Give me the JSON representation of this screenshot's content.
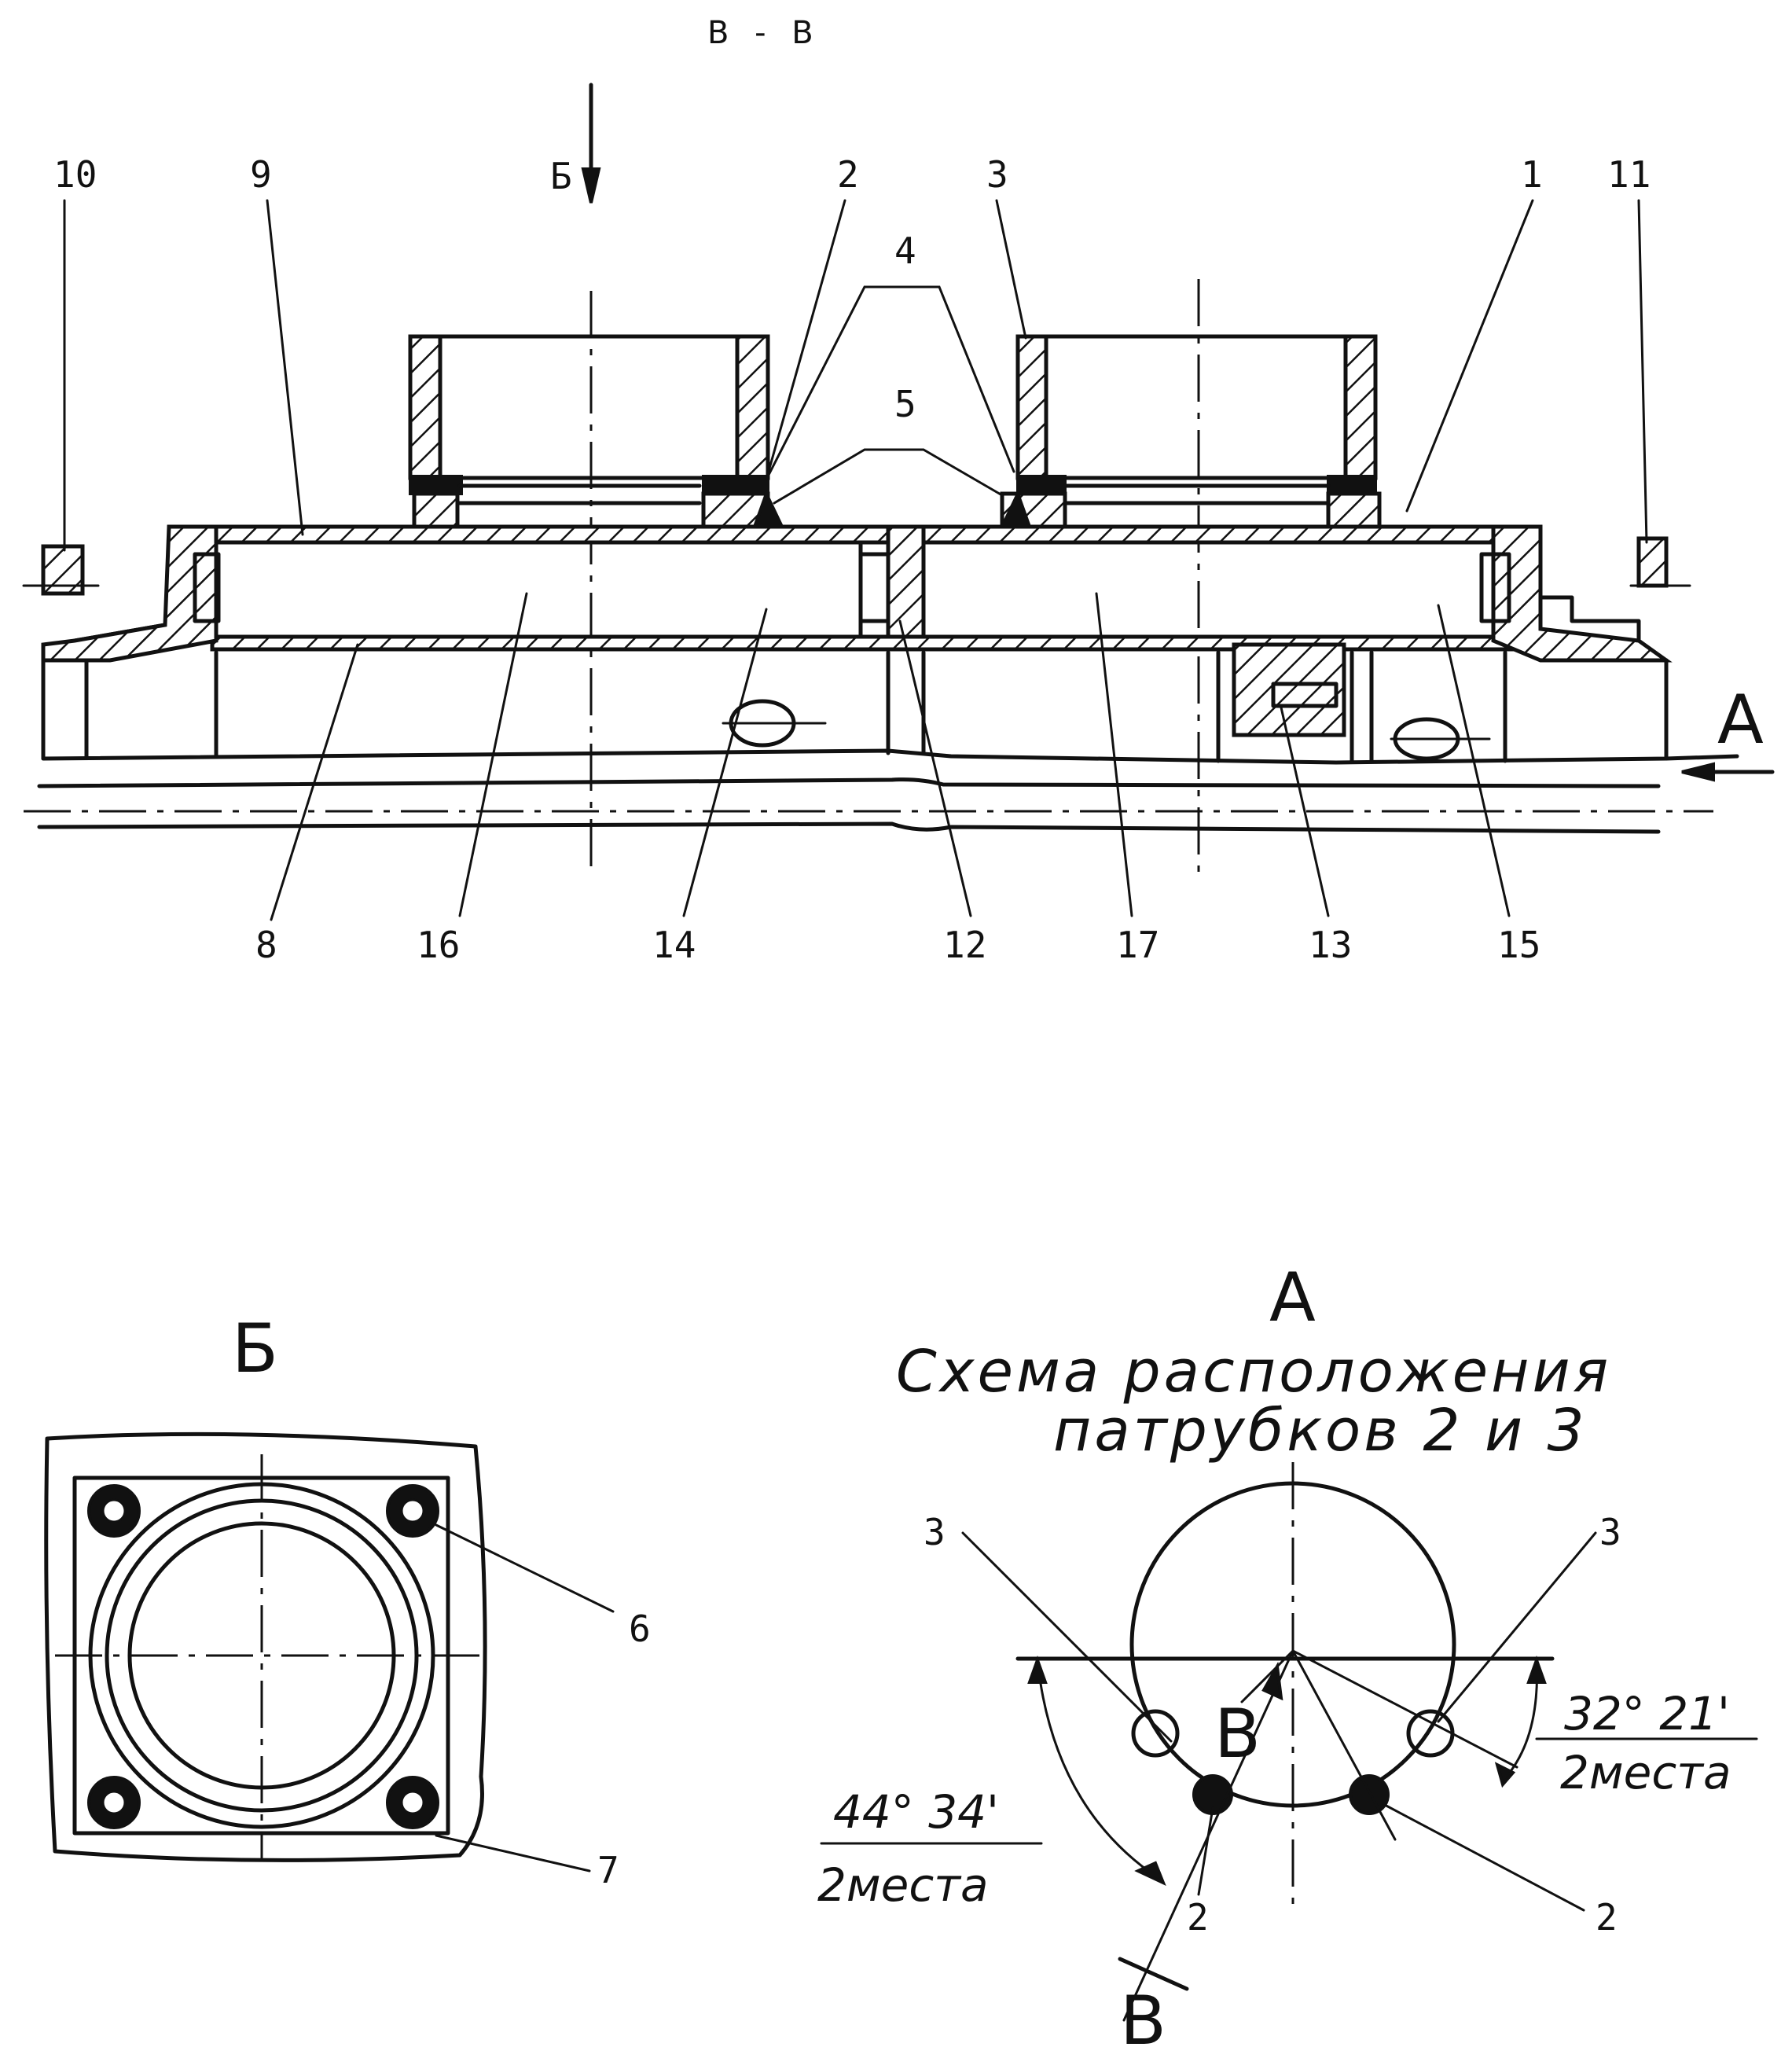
{
  "section_title": "В - В",
  "view_b_arrow_label": "Б",
  "view_a_arrow_label": "А",
  "callouts_top": [
    "10",
    "9",
    "2",
    "3",
    "1",
    "11"
  ],
  "callout_4": "4",
  "callout_5": "5",
  "callouts_bottom": [
    "8",
    "16",
    "14",
    "12",
    "17",
    "13",
    "15"
  ],
  "view_b": {
    "title": "Б",
    "callout_6": "6",
    "callout_7": "7"
  },
  "view_a": {
    "title": "А",
    "caption_line1": "Схема расположения",
    "caption_line2": "патрубков 2 и 3",
    "label_3_left": "3",
    "label_3_right": "3",
    "label_2_left": "2",
    "label_2_right": "2",
    "section_mark_top": "В",
    "section_mark_bottom": "В",
    "angle_right": "32° 21'",
    "angle_right_note": "2места",
    "angle_left": "44° 34'",
    "angle_left_note": "2места"
  }
}
